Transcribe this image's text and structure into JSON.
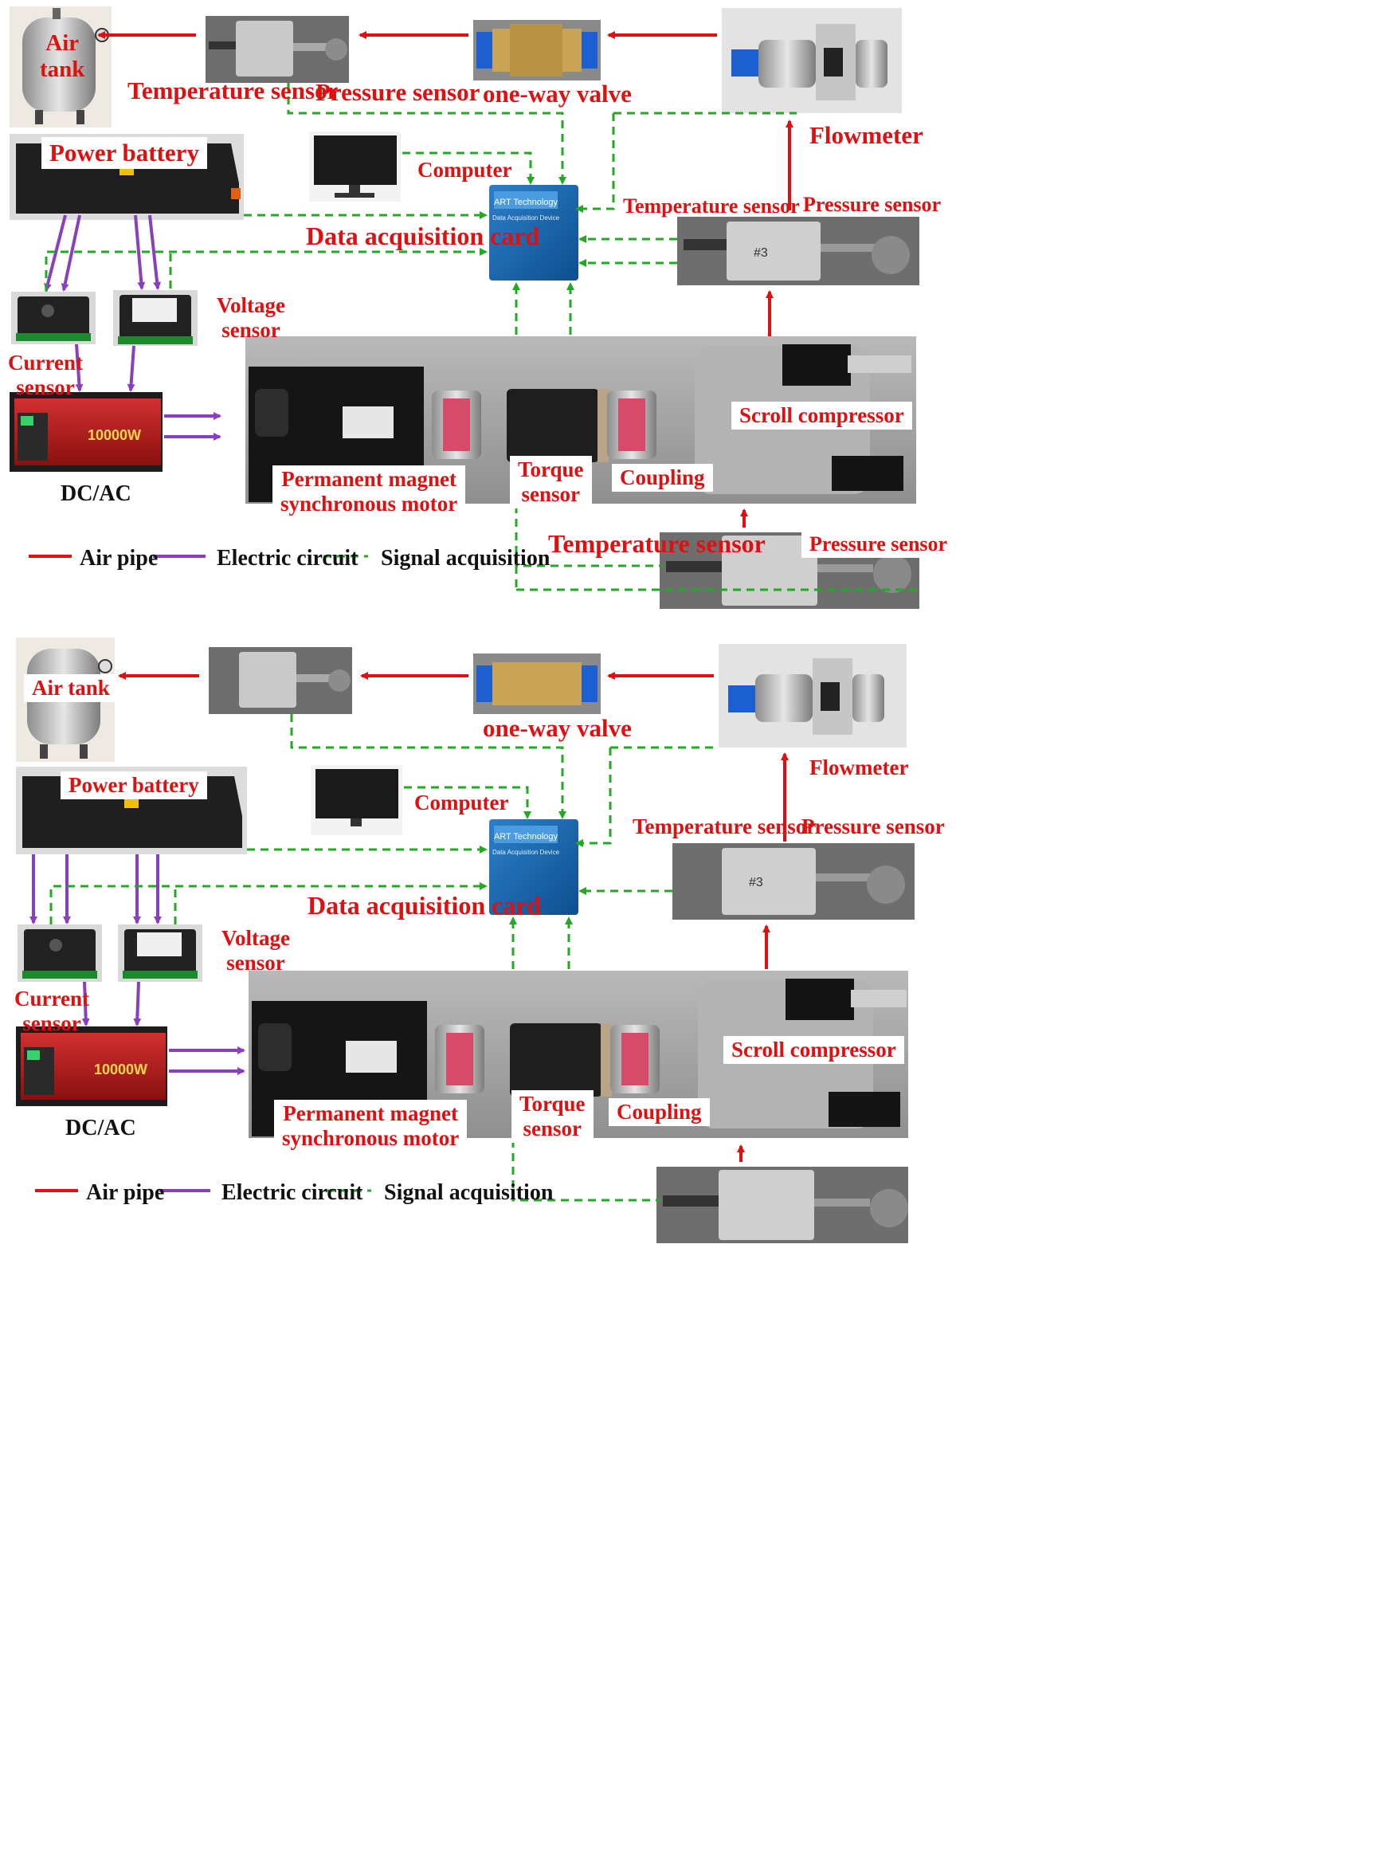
{
  "colors": {
    "air_pipe": "#e01010",
    "electric_circuit": "#8a3fbf",
    "signal": "#22aa22",
    "label_red": "#e01010",
    "label_black": "#111111"
  },
  "top": {
    "air_tank": "Air\ntank",
    "temperature_sensor_outlet": "Temperature sensor",
    "pressure_sensor_outlet": "Pressure sensor",
    "one_way_valve": "one-way valve",
    "flowmeter": "Flowmeter",
    "power_battery": "Power battery",
    "computer": "Computer",
    "data_acquisition_card": "Data acquisition card",
    "temperature_sensor_mid": "Temperature sensor",
    "pressure_sensor_mid": "Pressure sensor",
    "voltage_sensor": "Voltage\nsensor",
    "current_sensor": "Current\nsensor",
    "dc_ac": "DC/AC",
    "scroll_compressor": "Scroll compressor",
    "torque_sensor": "Torque\nsensor",
    "coupling": "Coupling",
    "pmsm": "Permanent magnet\nsynchronous motor",
    "temperature_sensor_inlet": "Temperature sensor",
    "pressure_sensor_inlet": "Pressure sensor",
    "inverter_badge": "10000W",
    "daq_brand": "ART Technology",
    "daq_subtitle": "Data Acquisition Device",
    "sensor_tag": "#3"
  },
  "bottom": {
    "air_tank": "Air tank",
    "one_way_valve": "one-way valve",
    "flowmeter": "Flowmeter",
    "power_battery": "Power battery",
    "computer": "Computer",
    "data_acquisition_card": "Data acquisition card",
    "temperature_sensor": "Temperature sensor",
    "pressure_sensor": "Pressure sensor",
    "voltage_sensor": "Voltage\nsensor",
    "current_sensor": "Current\nsensor",
    "dc_ac": "DC/AC",
    "scroll_compressor": "Scroll compressor",
    "torque_sensor": "Torque\nsensor",
    "coupling": "Coupling",
    "pmsm": "Permanent magnet\nsynchronous motor",
    "inverter_badge": "10000W",
    "daq_brand": "ART Technology",
    "daq_subtitle": "Data Acquisition Device",
    "sensor_tag": "#3"
  },
  "legend_top": {
    "air_pipe": "Air pipe",
    "electric_circuit": "Electric circuit",
    "signal_acquisition": "Signal acquisition"
  },
  "legend_bottom": {
    "air_pipe": "Air pipe",
    "electric_circuit": "Electric circuit",
    "signal_acquisition": "Signal acquisition"
  }
}
